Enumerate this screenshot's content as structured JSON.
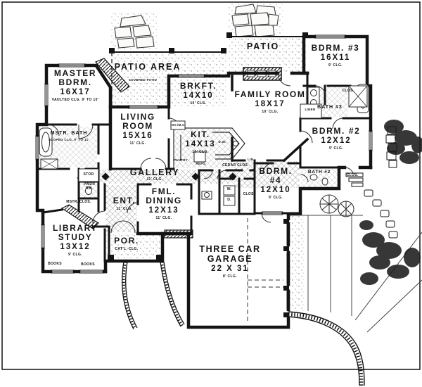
{
  "plan": {
    "background": "#ffffff",
    "ink_color": "#141414",
    "hatch_color": "#9a9a9a"
  },
  "rooms": [
    {
      "id": "master-bdrm",
      "name": "MASTER BDRM.",
      "dims": "16X17",
      "ceiling": "VAULTED CLG. 9' TO 10'"
    },
    {
      "id": "mstr-bath",
      "name": "MSTR. BATH",
      "dims": "",
      "ceiling": "SLOPED CLG. 9' TO 11'"
    },
    {
      "id": "living-room",
      "name": "LIVING ROOM",
      "dims": "15X16",
      "ceiling": "11' CLG."
    },
    {
      "id": "brkft",
      "name": "BRKFT.",
      "dims": "14X10",
      "ceiling": "10' CLG."
    },
    {
      "id": "family-room",
      "name": "FAMILY ROOM",
      "dims": "18X17",
      "ceiling": "10' CLG."
    },
    {
      "id": "kitchen",
      "name": "KIT.",
      "dims": "14X13",
      "ceiling": "10' CLG."
    },
    {
      "id": "bdrm-3",
      "name": "BDRM. #3",
      "dims": "16X11",
      "ceiling": "9' CLG."
    },
    {
      "id": "bdrm-2",
      "name": "BDRM. #2",
      "dims": "12X12",
      "ceiling": "9' CLG."
    },
    {
      "id": "bdrm-4",
      "name": "BDRM. #4",
      "dims": "12X10",
      "ceiling": "9' CLG."
    },
    {
      "id": "fml-dining",
      "name": "FML. DINING",
      "dims": "12X13",
      "ceiling": "11' CLG."
    },
    {
      "id": "library-study",
      "name": "LIBRARY STUDY",
      "dims": "13X12",
      "ceiling": "9' CLG."
    },
    {
      "id": "three-car-garage",
      "name": "THREE CAR GARAGE",
      "dims": "22 X 31",
      "ceiling": "8' CLG."
    },
    {
      "id": "gallery",
      "name": "GALLERY",
      "dims": "",
      "ceiling": "11' CLG."
    },
    {
      "id": "entry",
      "name": "ENT.",
      "dims": "",
      "ceiling": "11' CLG."
    },
    {
      "id": "porch",
      "name": "POR.",
      "dims": "",
      "ceiling": "CAT'L. CLG."
    }
  ],
  "areas": {
    "patio_area": "PATIO AREA",
    "covered_patio": "COVERED PATIO",
    "patio": "PATIO"
  },
  "small_labels": {
    "bath2": "BATH #2",
    "bath3": "BATH #3",
    "pwdr_rm": "PWDR RM.",
    "stor": "STOR",
    "mstr_clos": "MSTR. CLOS.",
    "cedar_clos": "CEDAR CLOS.",
    "lin": "LIN.",
    "linen": "LINEN",
    "clos_bdrm3": "CLOS.",
    "clos_utility": "CLOS.",
    "clos_bdrm2": "CLOS.",
    "pantry": "PANTRY",
    "refg": "REFG.",
    "dw": "D.W.",
    "ov_mc": "OV./M.C.",
    "washer": "W.",
    "dryer": "D.",
    "books_left": "BOOKS",
    "books_right": "BOOKS"
  }
}
